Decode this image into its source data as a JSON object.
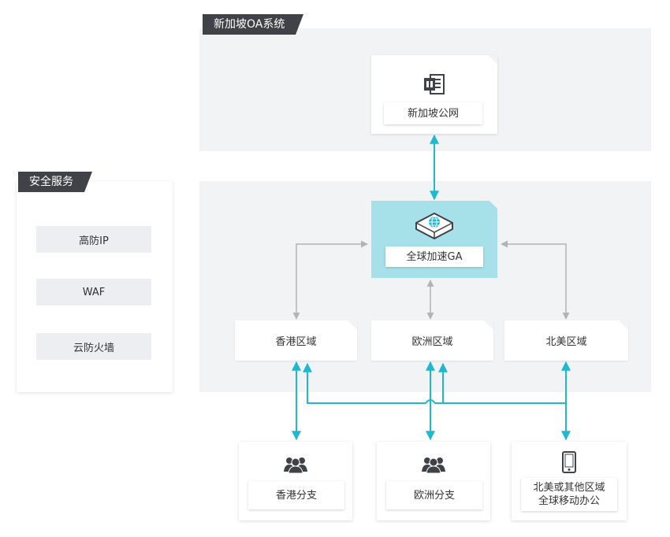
{
  "oa_panel": {
    "title": "新加坡OA系统",
    "node_label": "新加坡公网",
    "node_icon": "office-building-icon"
  },
  "security_panel": {
    "title": "安全服务",
    "items": [
      "高防IP",
      "WAF",
      "云防火墙"
    ]
  },
  "ga": {
    "label": "全球加速GA",
    "icon": "globe-cube-icon"
  },
  "regions": [
    "香港区域",
    "欧洲区域",
    "北美区域"
  ],
  "branches": [
    {
      "label": "香港分支",
      "icon": "users-icon"
    },
    {
      "label": "欧洲分支",
      "icon": "users-icon"
    },
    {
      "label_line1": "北美或其他区域",
      "label_line2": "全球移动办公",
      "icon": "mobile-phone-icon"
    }
  ],
  "colors": {
    "accent": "#1fb8d0",
    "ga_fill": "#a6e1ea",
    "panel": "#f2f3f5",
    "tag": "#3f4246",
    "gray_line": "#b3b3b3"
  }
}
